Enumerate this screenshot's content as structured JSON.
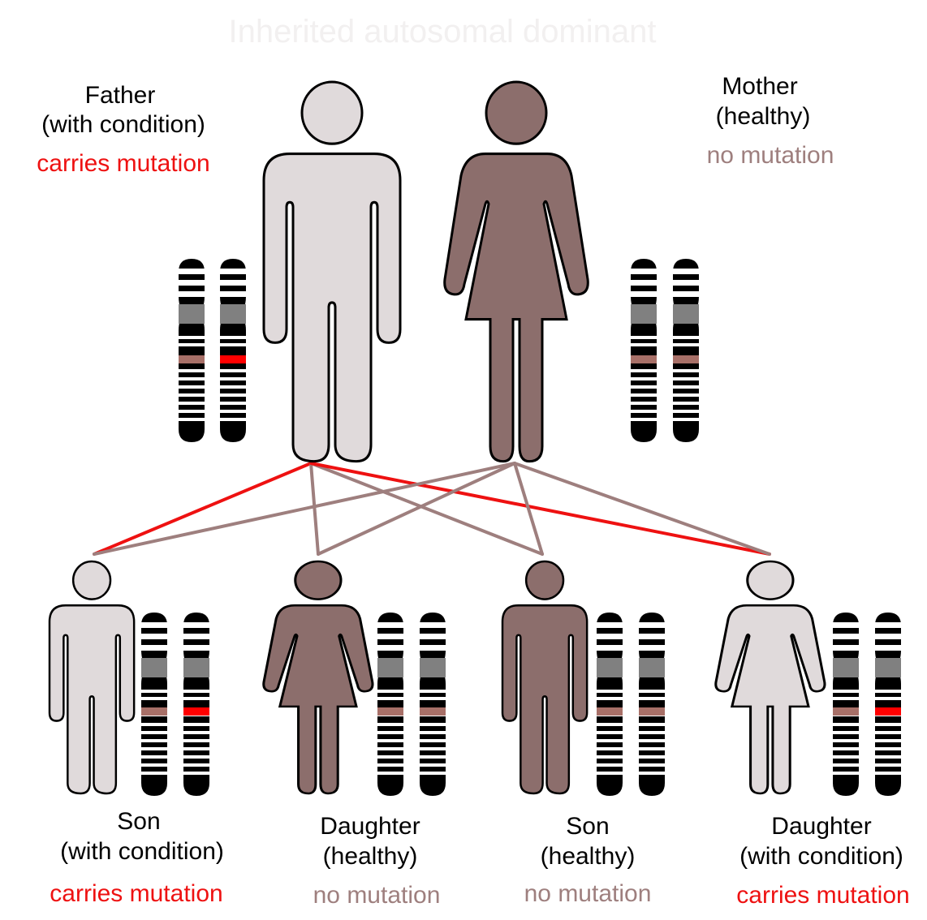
{
  "title": "Inherited autosomal dominant",
  "colors": {
    "affected_fill": "#e0dadb",
    "healthy_fill": "#8c6e6c",
    "affected_line": "#ee1111",
    "healthy_line": "#9e7f7e",
    "mutant_band": "#ff0000",
    "normal_band": "#a87068",
    "chromosome": "#000000",
    "centromere": "#808080"
  },
  "icons": {
    "male": "male-figure-icon",
    "female": "female-figure-icon",
    "chromosome": "chromosome-icon"
  },
  "parents": [
    {
      "id": "father",
      "name": "Father",
      "condition": "(with condition)",
      "status": "carries mutation",
      "affected": true
    },
    {
      "id": "mother",
      "name": "Mother",
      "condition": "(healthy)",
      "status": "no mutation",
      "affected": false
    }
  ],
  "children": [
    {
      "id": "child1",
      "name": "Son",
      "condition": "(with condition)",
      "status": "carries mutation",
      "affected": true
    },
    {
      "id": "child2",
      "name": "Daughter",
      "condition": "(healthy)",
      "status": "no mutation",
      "affected": false
    },
    {
      "id": "child3",
      "name": "Son",
      "condition": "(healthy)",
      "status": "no mutation",
      "affected": false
    },
    {
      "id": "child4",
      "name": "Daughter",
      "condition": "(with condition)",
      "status": "carries mutation",
      "affected": true
    }
  ]
}
